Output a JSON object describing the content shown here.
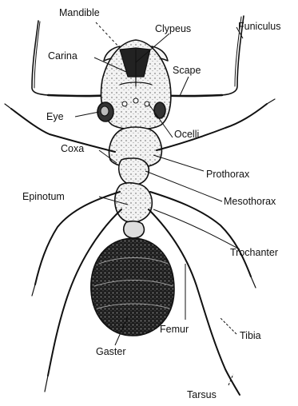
{
  "labels": {
    "mandible": "Mandible",
    "clypeus": "Clypeus",
    "funiculus": "Funiculus",
    "carina": "Carina",
    "scape": "Scape",
    "eye": "Eye",
    "ocelli": "Ocelli",
    "coxa": "Coxa",
    "prothorax": "Prothorax",
    "epinotum": "Epinotum",
    "mesothorax": "Mesothorax",
    "trochanter": "Trochanter",
    "femur": "Femur",
    "tibia": "Tibia",
    "gaster": "Gaster",
    "tarsus": "Tarsus"
  },
  "colors": {
    "ink": "#111111",
    "background": "#ffffff",
    "body_fill": "#f2f2f2",
    "gaster_fill": "#1e1e1e"
  }
}
